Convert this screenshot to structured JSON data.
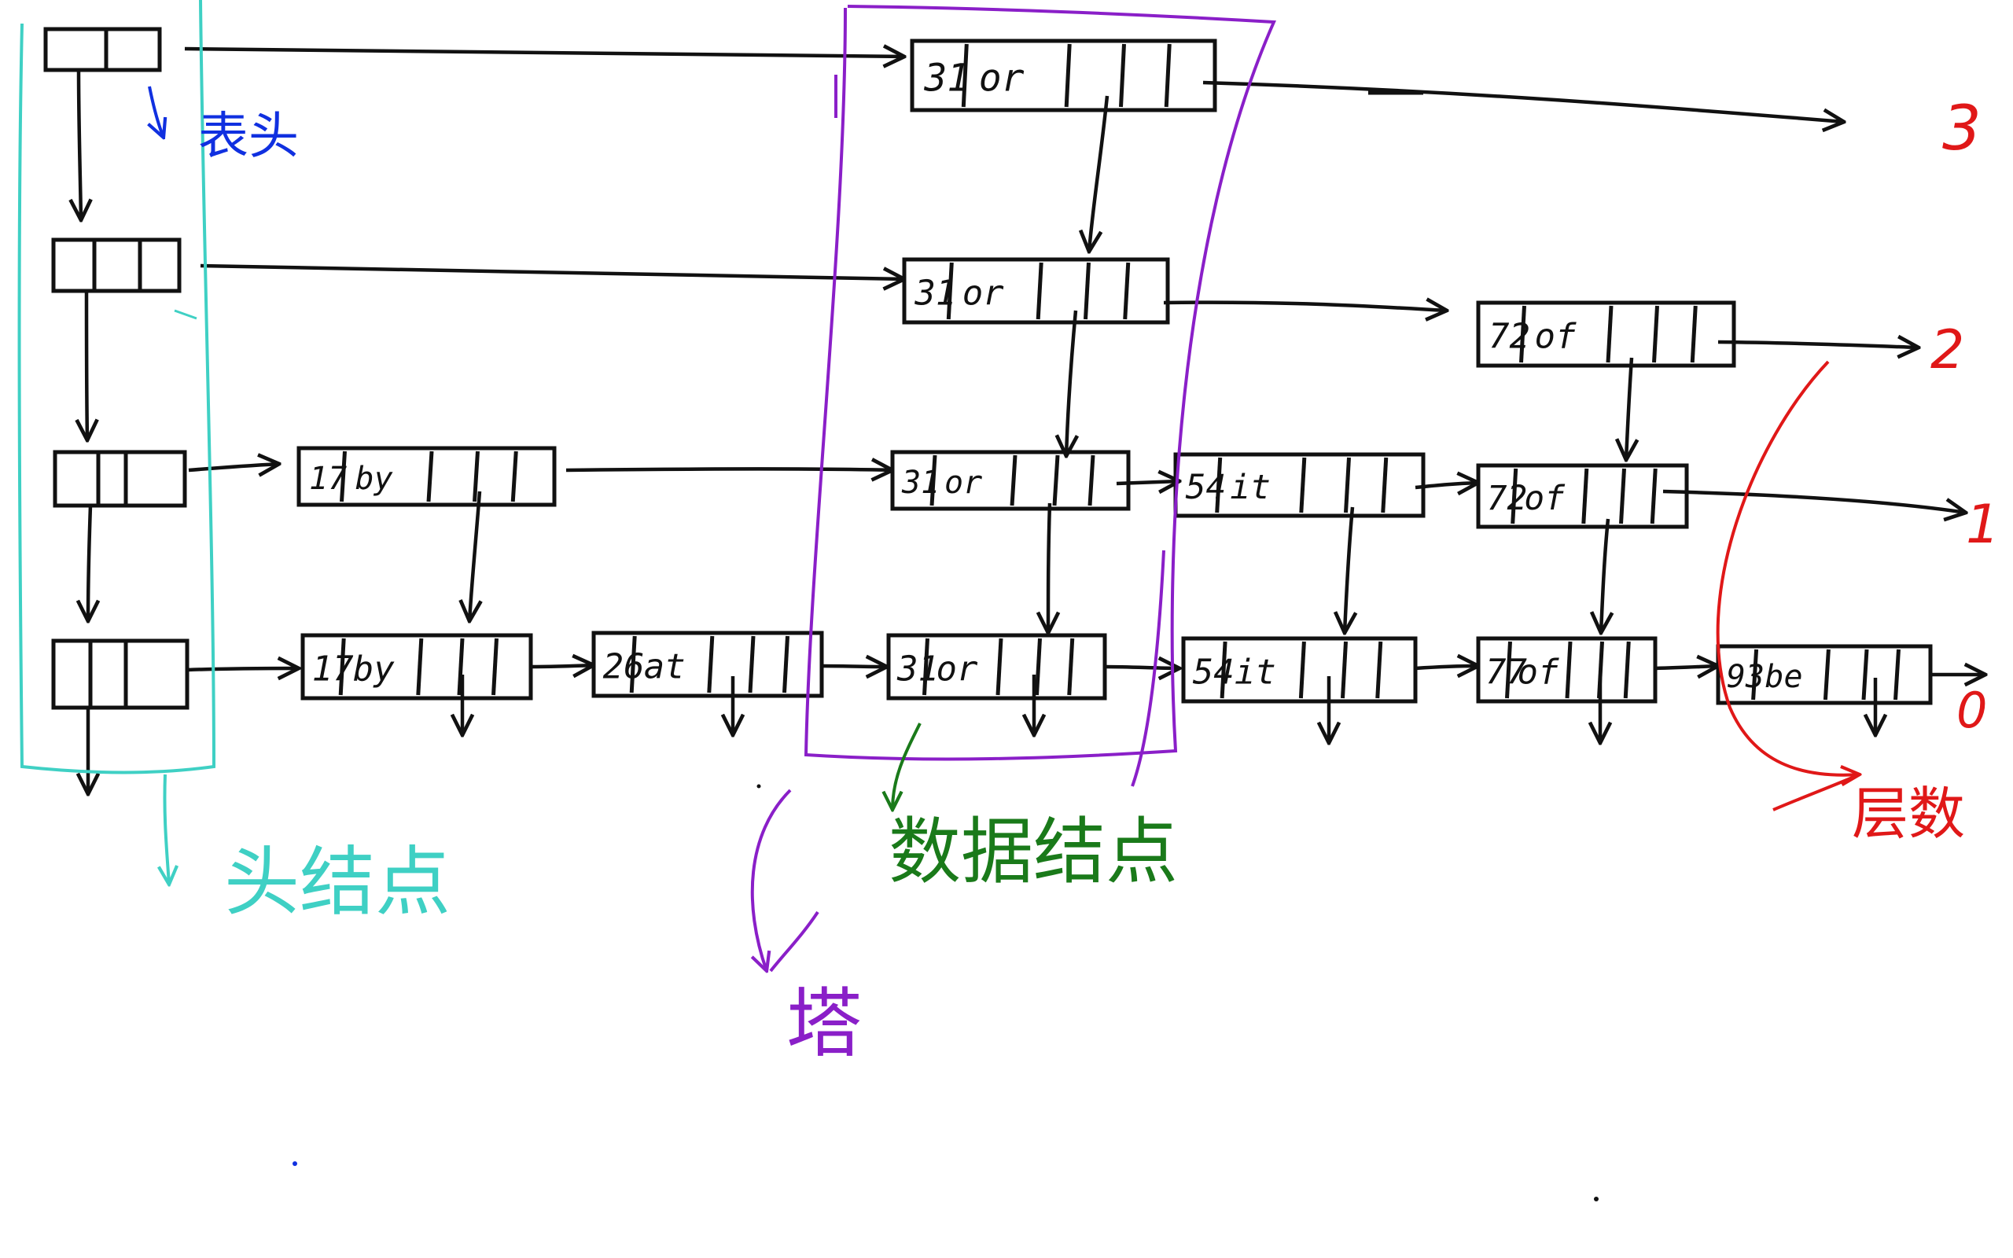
{
  "colors": {
    "ink": "#111111",
    "head_annotation": "#3fd0c4",
    "tower_annotation": "#8a1fc8",
    "data_annotation": "#1a7a1a",
    "level_annotation": "#e01818",
    "header_label": "#1030e0"
  },
  "annotations": {
    "header_label": "表头",
    "head_nodes_label": "头结点",
    "tower_label": "塔",
    "data_nodes_label": "数据结点",
    "level_label": "层数"
  },
  "levels": [
    "3",
    "2",
    "1",
    "0"
  ],
  "nodes": {
    "l3_31": {
      "key": "31",
      "value": "or"
    },
    "l2_31": {
      "key": "31",
      "value": "or"
    },
    "l2_72": {
      "key": "72",
      "value": "of"
    },
    "l1_17": {
      "key": "17",
      "value": "by"
    },
    "l1_31": {
      "key": "31",
      "value": "or"
    },
    "l1_54": {
      "key": "54",
      "value": "it"
    },
    "l1_72": {
      "key": "72",
      "value": "of"
    },
    "l0_17": {
      "key": "17",
      "value": "by"
    },
    "l0_26": {
      "key": "26",
      "value": "at"
    },
    "l0_31": {
      "key": "31",
      "value": "or"
    },
    "l0_54": {
      "key": "54",
      "value": "it"
    },
    "l0_72": {
      "key": "77",
      "value": "of"
    },
    "l0_93": {
      "key": "93",
      "value": "be"
    }
  }
}
